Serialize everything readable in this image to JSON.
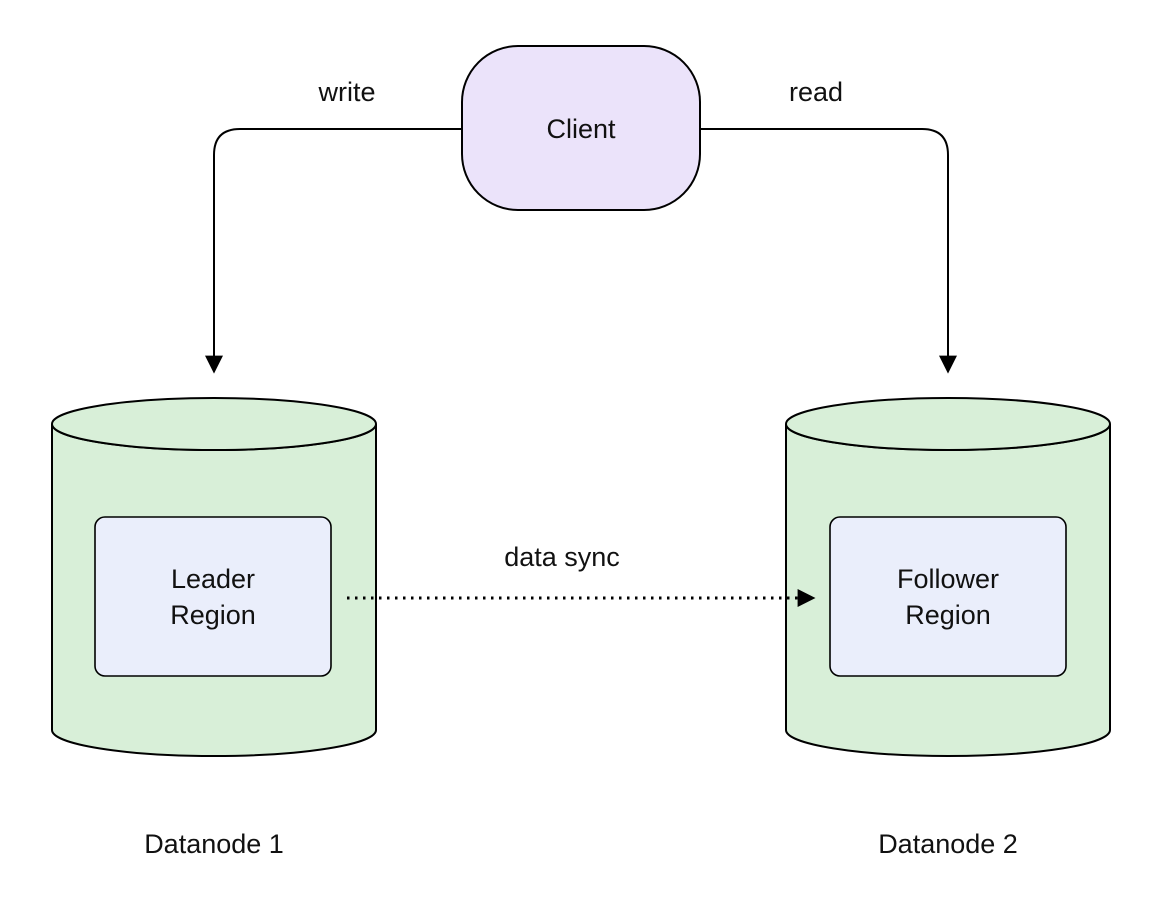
{
  "diagram": {
    "client": {
      "label": "Client"
    },
    "edges": {
      "write": {
        "label": "write"
      },
      "read": {
        "label": "read"
      },
      "data_sync": {
        "label": "data sync"
      }
    },
    "datanode1": {
      "label": "Datanode 1",
      "region": {
        "line1": "Leader",
        "line2": "Region"
      }
    },
    "datanode2": {
      "label": "Datanode 2",
      "region": {
        "line1": "Follower",
        "line2": "Region"
      }
    },
    "colors": {
      "client_fill": "#ebe3fa",
      "cylinder_fill": "#d8efd8",
      "region_fill": "#eaeefb",
      "stroke": "#000000"
    }
  }
}
